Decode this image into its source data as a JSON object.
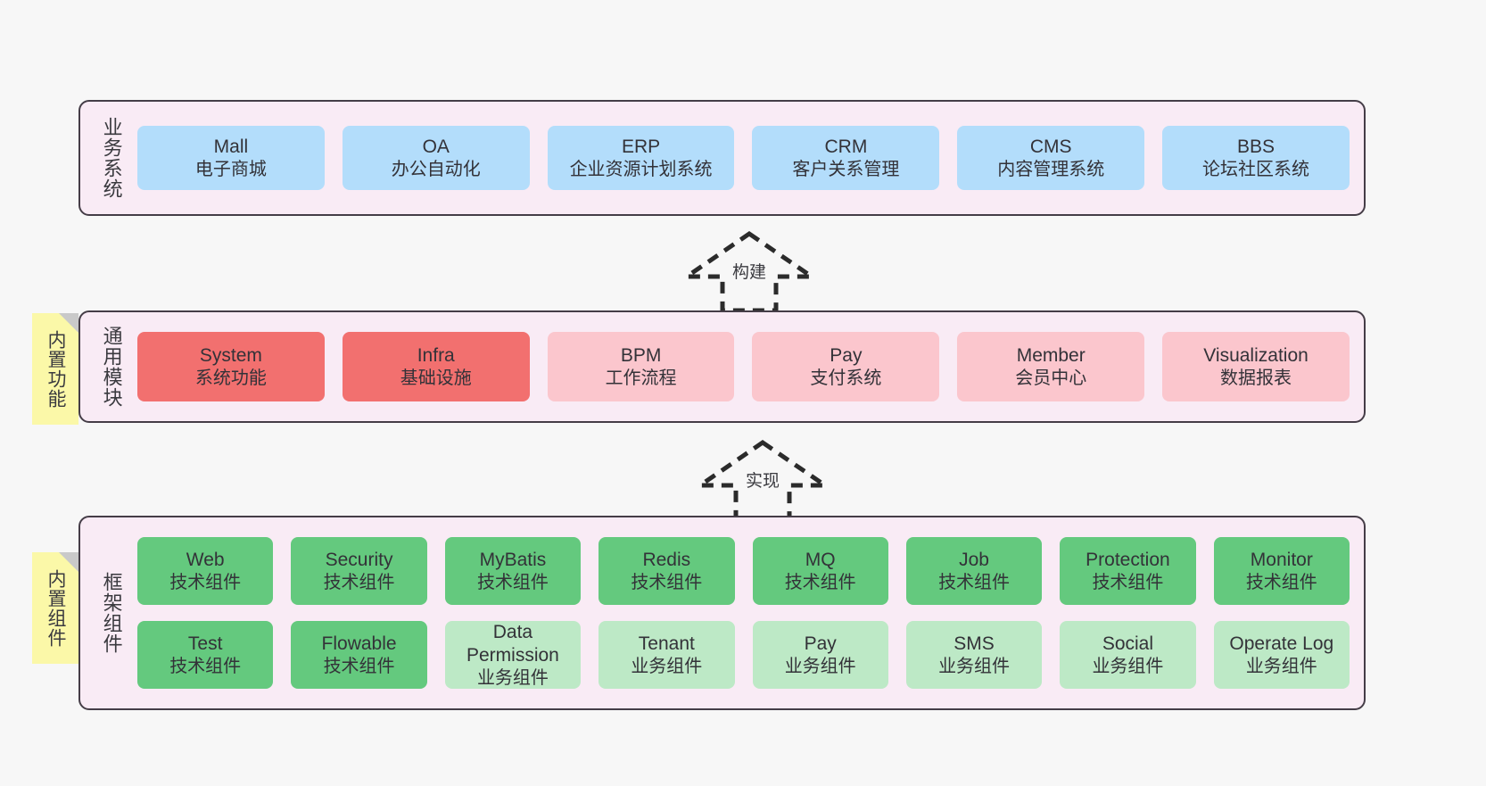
{
  "colors": {
    "canvas": "#f7f7f7",
    "layer_fill": "#f9ebf5",
    "layer_border": "#453d47",
    "blue": "#b3ddfb",
    "red": "#f2706f",
    "pink": "#fbc6cd",
    "green": "#64c97e",
    "light_green": "#bde9c6",
    "sticky_yellow": "#fbf8a8",
    "sticky_fold": "#c9c9c9",
    "text": "#3a3a3f"
  },
  "layers": [
    {
      "id": "business",
      "title": "业务系统",
      "rows": [
        {
          "cards": [
            {
              "name": "mall",
              "t1": "Mall",
              "t2": "电子商城",
              "style": "c-blue"
            },
            {
              "name": "oa",
              "t1": "OA",
              "t2": "办公自动化",
              "style": "c-blue"
            },
            {
              "name": "erp",
              "t1": "ERP",
              "t2": "企业资源计划系统",
              "style": "c-blue"
            },
            {
              "name": "crm",
              "t1": "CRM",
              "t2": "客户关系管理",
              "style": "c-blue"
            },
            {
              "name": "cms",
              "t1": "CMS",
              "t2": "内容管理系统",
              "style": "c-blue"
            },
            {
              "name": "bbs",
              "t1": "BBS",
              "t2": "论坛社区系统",
              "style": "c-blue"
            }
          ]
        }
      ]
    },
    {
      "id": "modules",
      "title": "通用模块",
      "rows": [
        {
          "cards": [
            {
              "name": "system",
              "t1": "System",
              "t2": "系统功能",
              "style": "c-red"
            },
            {
              "name": "infra",
              "t1": "Infra",
              "t2": "基础设施",
              "style": "c-red"
            },
            {
              "name": "bpm",
              "t1": "BPM",
              "t2": "工作流程",
              "style": "c-pink"
            },
            {
              "name": "pay",
              "t1": "Pay",
              "t2": "支付系统",
              "style": "c-pink"
            },
            {
              "name": "member",
              "t1": "Member",
              "t2": "会员中心",
              "style": "c-pink"
            },
            {
              "name": "visualization",
              "t1": "Visualization",
              "t2": "数据报表",
              "style": "c-pink"
            }
          ]
        }
      ]
    },
    {
      "id": "frame",
      "title": "框架组件",
      "rows": [
        {
          "cards": [
            {
              "name": "web",
              "t1": "Web",
              "t2": "技术组件",
              "style": "c-green"
            },
            {
              "name": "security",
              "t1": "Security",
              "t2": "技术组件",
              "style": "c-green"
            },
            {
              "name": "mybatis",
              "t1": "MyBatis",
              "t2": "技术组件",
              "style": "c-green"
            },
            {
              "name": "redis",
              "t1": "Redis",
              "t2": "技术组件",
              "style": "c-green"
            },
            {
              "name": "mq",
              "t1": "MQ",
              "t2": "技术组件",
              "style": "c-green"
            },
            {
              "name": "job",
              "t1": "Job",
              "t2": "技术组件",
              "style": "c-green"
            },
            {
              "name": "protection",
              "t1": "Protection",
              "t2": "技术组件",
              "style": "c-green"
            },
            {
              "name": "monitor",
              "t1": "Monitor",
              "t2": "技术组件",
              "style": "c-green"
            }
          ]
        },
        {
          "cards": [
            {
              "name": "test",
              "t1": "Test",
              "t2": "技术组件",
              "style": "c-green"
            },
            {
              "name": "flowable",
              "t1": "Flowable",
              "t2": "技术组件",
              "style": "c-green"
            },
            {
              "name": "data-permission",
              "t1": "Data Permission",
              "t2": "业务组件",
              "style": "c-lightgreen"
            },
            {
              "name": "tenant",
              "t1": "Tenant",
              "t2": "业务组件",
              "style": "c-lightgreen"
            },
            {
              "name": "pay-component",
              "t1": "Pay",
              "t2": "业务组件",
              "style": "c-lightgreen"
            },
            {
              "name": "sms",
              "t1": "SMS",
              "t2": "业务组件",
              "style": "c-lightgreen"
            },
            {
              "name": "social",
              "t1": "Social",
              "t2": "业务组件",
              "style": "c-lightgreen"
            },
            {
              "name": "operate-log",
              "t1": "Operate Log",
              "t2": "业务组件",
              "style": "c-lightgreen"
            }
          ]
        }
      ]
    }
  ],
  "stickies": [
    {
      "id": "modules",
      "label": "内置功能"
    },
    {
      "id": "frame",
      "label": "内置组件"
    }
  ],
  "arrows": [
    {
      "id": "build",
      "label": "构建"
    },
    {
      "id": "impl",
      "label": "实现"
    }
  ]
}
